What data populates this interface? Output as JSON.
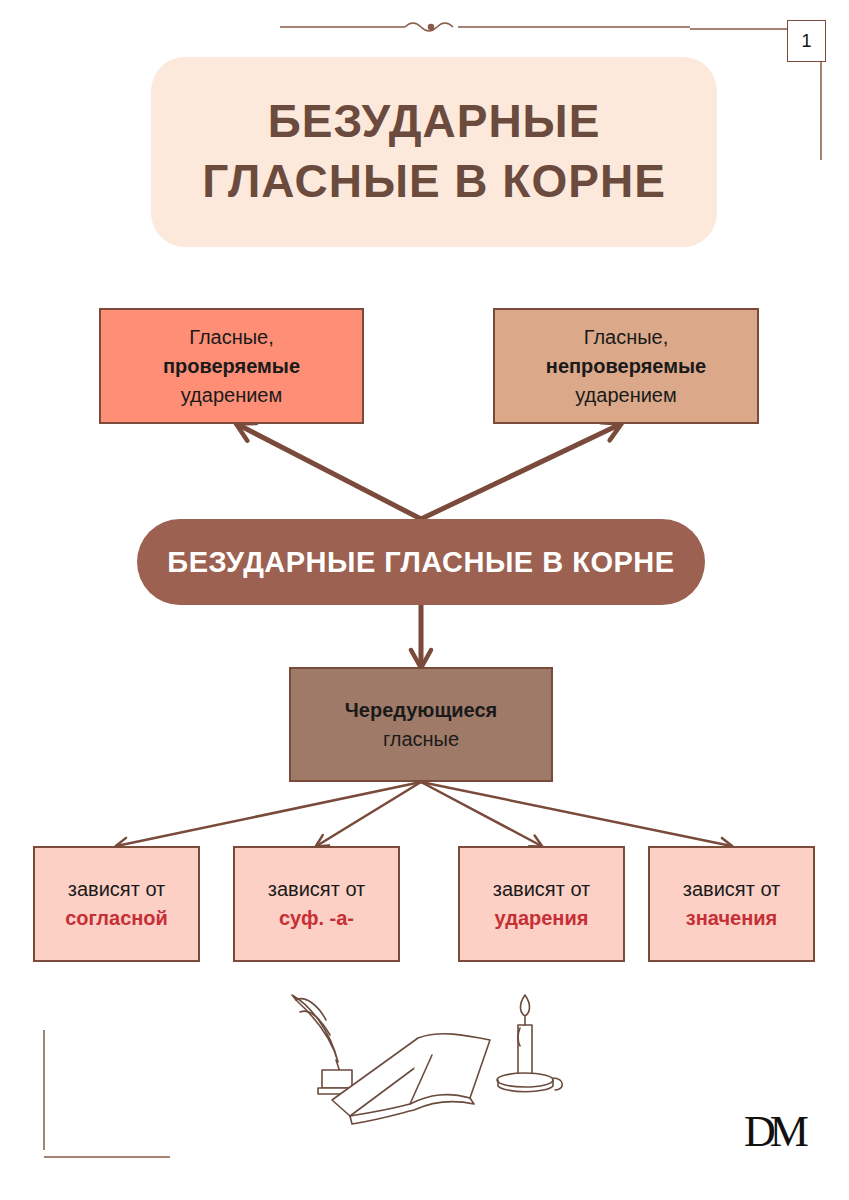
{
  "diagram": {
    "title": "БЕЗУДАРНЫЕ ГЛАСНЫЕ В КОРНЕ",
    "nodes": [
      {
        "text": [
          "Гласные,",
          "проверяемые",
          "ударением"
        ]
      },
      {
        "text": [
          "Гласные,",
          "непроверяемые",
          "ударением"
        ]
      },
      {
        "text": [
          "БЕЗУДАРНЫЕ ГЛАСНЫЕ В КОРНЕ"
        ]
      },
      {
        "text": [
          "Чередующиеся",
          "гласные"
        ]
      },
      {
        "text": [
          "зависят от",
          "согласной"
        ]
      },
      {
        "text": [
          "зависят от",
          "суф. -а-"
        ]
      },
      {
        "text": [
          "зависят от",
          "ударения"
        ]
      },
      {
        "text": [
          "зависят от",
          "значения"
        ]
      }
    ],
    "edges": [
      {
        "from": 2,
        "to": 0,
        "arrow": "to"
      },
      {
        "from": 2,
        "to": 1,
        "arrow": "to"
      },
      {
        "from": 2,
        "to": 3,
        "arrow": "to"
      },
      {
        "from": 3,
        "to": 4,
        "arrow": "to"
      },
      {
        "from": 3,
        "to": 5,
        "arrow": "to"
      },
      {
        "from": 3,
        "to": 6,
        "arrow": "to"
      },
      {
        "from": 3,
        "to": 7,
        "arrow": "to"
      }
    ],
    "labels": [
      "1",
      "DM"
    ]
  }
}
